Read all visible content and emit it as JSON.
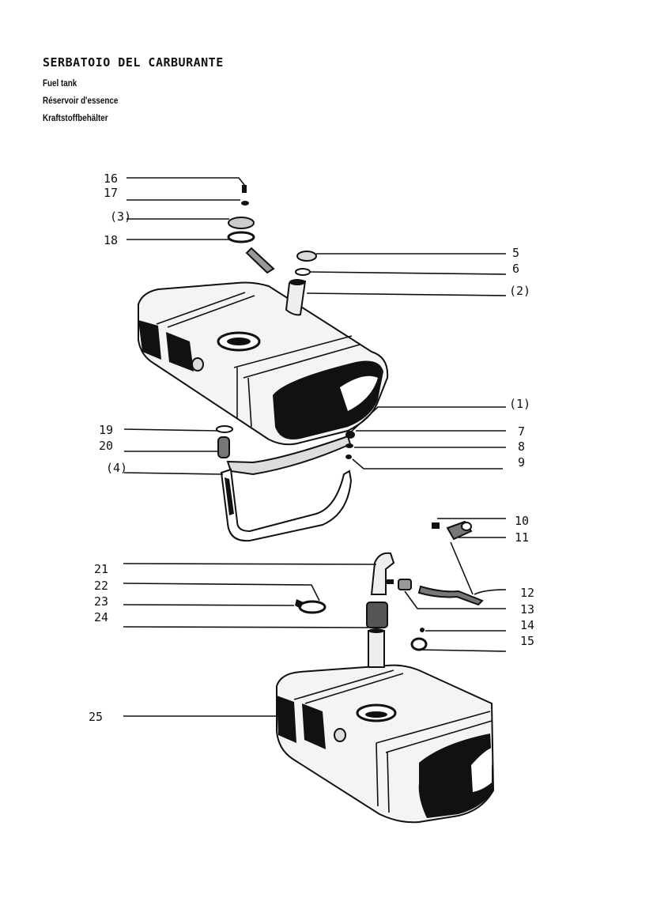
{
  "title": {
    "it": "SERBATOIO DEL CARBURANTE",
    "en": "Fuel tank",
    "fr": "Réservoir d'essence",
    "de": "Kraftstoffbehälter"
  },
  "callouts": {
    "c16": "16",
    "c17": "17",
    "c3": "(3)",
    "c18": "18",
    "c5": "5",
    "c6": "6",
    "c2": "(2)",
    "c1": "(1)",
    "c19": "19",
    "c20": "20",
    "c4": "(4)",
    "c7": "7",
    "c8": "8",
    "c9": "9",
    "c10": "10",
    "c11": "11",
    "c21": "21",
    "c22": "22",
    "c23": "23",
    "c24": "24",
    "c12": "12",
    "c13": "13",
    "c14": "14",
    "c15": "15",
    "c25": "25"
  }
}
